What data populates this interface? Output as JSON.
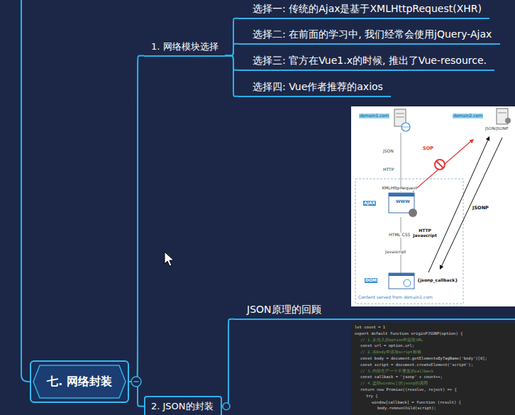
{
  "diagram": {
    "nodes": [
      {
        "text": [
          "1. 网络模块选择"
        ]
      },
      {
        "text": [
          "选择一: 传统的Ajax是基于XMLHttpRequest(XHR)"
        ]
      },
      {
        "text": [
          "选择二: 在前面的学习中, 我们经常会使用jQuery-Ajax"
        ]
      },
      {
        "text": [
          "选择三: 官方在Vue1.x的时候, 推出了Vue-resource."
        ]
      },
      {
        "text": [
          "选择四: Vue作者推荐的axios"
        ]
      },
      {
        "text": [
          "JSON原理的回顾"
        ]
      },
      {
        "text": [
          "七. 网络封装"
        ]
      },
      {
        "text": [
          "2. JSON的封装"
        ]
      }
    ],
    "edges": [
      {
        "from": 6,
        "to": 0,
        "arrow": "none"
      },
      {
        "from": 0,
        "to": 1,
        "arrow": "none"
      },
      {
        "from": 0,
        "to": 2,
        "arrow": "none"
      },
      {
        "from": 0,
        "to": 3,
        "arrow": "none"
      },
      {
        "from": 0,
        "to": 4,
        "arrow": "none"
      },
      {
        "from": 6,
        "to": 7,
        "arrow": "none"
      },
      {
        "from": 7,
        "to": 5,
        "arrow": "none"
      }
    ],
    "labels": [
      "domain1.com",
      "domain2.com",
      "JSON/JSONP",
      "SOP",
      "JSON",
      "HTTP",
      "XMLHttpRequest",
      "AJAX",
      "WWW",
      "HTML CSS",
      "Javascript",
      "DOM",
      "HTTP Javascript",
      "JSONP",
      "{jsonp_callback}",
      "Content served from domain1.com",
      "let count = 1",
      "export default function originPJSONP(option) {",
      "// 1.从传入的option中提取URL",
      "const url = option.url;",
      "// 2.在body中添加script标签",
      "const body = document.getElementsByTagName('body')[0];",
      "const script = document.createElement('script');",
      "// 3.内部生产一个不重复的callback",
      "const callback = 'jsonp' + count++;",
      "// 4.监听window上的jsonp的调用",
      "return new Promise((resolve, reject) => {",
      "try {",
      "window[callback] = function (result) {",
      "body.removeChild(script);"
    ]
  }
}
